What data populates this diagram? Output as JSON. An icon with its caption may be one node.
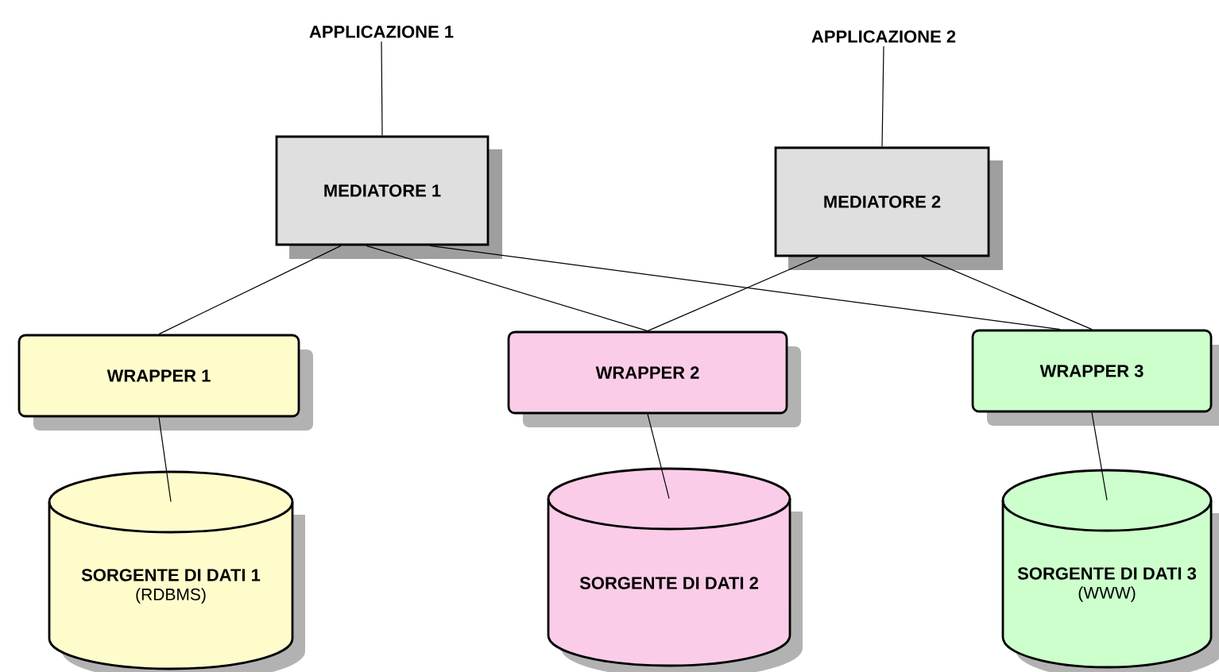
{
  "diagram": {
    "nodes": [
      {
        "text": [
          "APPLICAZIONE 1"
        ]
      },
      {
        "text": [
          "APPLICAZIONE 2"
        ]
      },
      {
        "text": [
          "MEDIATORE 1"
        ]
      },
      {
        "text": [
          "MEDIATORE 2"
        ]
      },
      {
        "text": [
          "WRAPPER 1"
        ]
      },
      {
        "text": [
          "WRAPPER 2"
        ]
      },
      {
        "text": [
          "WRAPPER 3"
        ]
      },
      {
        "text": [
          "SORGENTE DI DATI 1",
          "(RDBMS)"
        ]
      },
      {
        "text": [
          "SORGENTE DI DATI 2"
        ]
      },
      {
        "text": [
          "SORGENTE DI DATI 3",
          "(WWW)"
        ]
      }
    ],
    "edges": [
      {
        "from": 0,
        "to": 2,
        "arrow": "none"
      },
      {
        "from": 1,
        "to": 3,
        "arrow": "none"
      },
      {
        "from": 2,
        "to": 4,
        "arrow": "none"
      },
      {
        "from": 2,
        "to": 5,
        "arrow": "none"
      },
      {
        "from": 2,
        "to": 6,
        "arrow": "none"
      },
      {
        "from": 3,
        "to": 5,
        "arrow": "none"
      },
      {
        "from": 3,
        "to": 6,
        "arrow": "none"
      },
      {
        "from": 4,
        "to": 7,
        "arrow": "none"
      },
      {
        "from": 5,
        "to": 8,
        "arrow": "none"
      },
      {
        "from": 6,
        "to": 9,
        "arrow": "none"
      }
    ]
  }
}
